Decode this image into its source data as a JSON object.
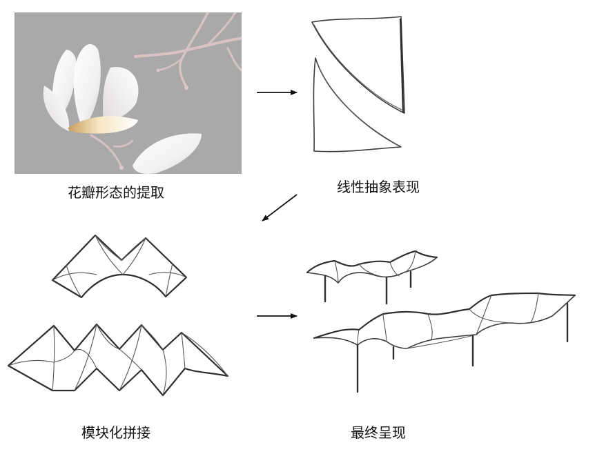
{
  "steps": [
    {
      "caption": "花瓣形态的提取"
    },
    {
      "caption": "线性抽象表现"
    },
    {
      "caption": "模块化拼接"
    },
    {
      "caption": "最终呈现"
    }
  ],
  "colors": {
    "photo_background": "#a9a9a9",
    "line": "#3a3a3a",
    "arrow": "#111111",
    "petal_highlight": "#e9cf98"
  }
}
